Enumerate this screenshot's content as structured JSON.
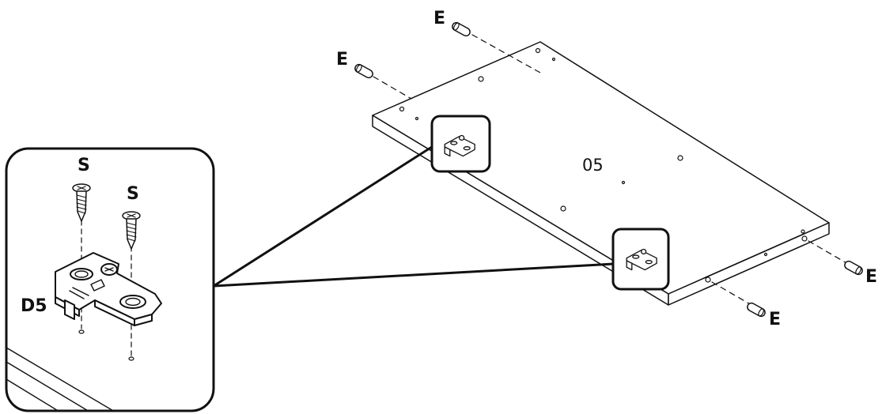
{
  "labels": {
    "panel": "05",
    "dowel": "E",
    "screw": "S",
    "hinge_plate": "D5"
  },
  "parts": {
    "panel_part": "05",
    "hinge_plate_part": "D5",
    "screw_part": "S",
    "dowel_part": "E"
  },
  "colors": {
    "line": "#111111",
    "background": "#ffffff"
  }
}
